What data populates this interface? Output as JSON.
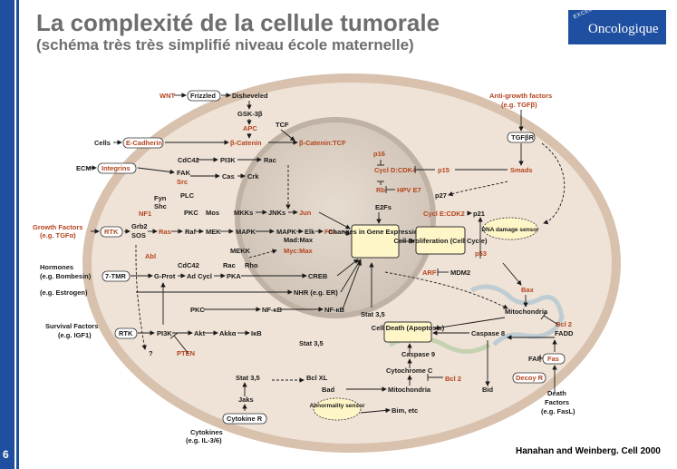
{
  "slide": {
    "title": "La complexité de la cellule tumorale",
    "subtitle": "(schéma très très simplifié niveau école maternelle)",
    "slide_number": "6",
    "citation": "Hanahan and Weinberg. Cell 2000",
    "logo_small": "EXCELLENCE",
    "logo_big": "Oncologique"
  },
  "colors": {
    "accent": "#1f4fa0",
    "oncogene": "#b5441e",
    "cell": "#efe2d6"
  },
  "labels": {
    "wnt": "WNT",
    "frizzled": "Frizzled",
    "disheveled": "Disheveled",
    "gsk": "GSK-3β",
    "apc": "APC",
    "bcatenin": "β-Catenin",
    "tcf": "TCF",
    "bcatenin_tcf": "β-Catenin:TCF",
    "cells": "Cells",
    "ecadherin": "E-Cadherin",
    "cdc42a": "CdC42",
    "pi3k_a": "PI3K",
    "rac_a": "Rac",
    "ecm": "ECM",
    "integrins": "Integrins",
    "fak": "FAK",
    "src": "Src",
    "cas": "Cas",
    "crk": "Crk",
    "fyn": "Fyn",
    "shc": "Shc",
    "plc": "PLC",
    "nf1": "NF1",
    "gf1": "Growth Factors",
    "gf2": "(e.g. TGFα)",
    "rtk_a": "RTK",
    "grb2": "Grb2",
    "sos": "SOS",
    "ras": "Ras",
    "pkc_a": "PKC",
    "raf": "Raf",
    "mos": "Mos",
    "mek": "MEK",
    "mkks": "MKKs",
    "mapk_a": "MAPK",
    "jnks": "JNKs",
    "jun": "Jun",
    "mapk_b": "MAPK",
    "elk": "Elk",
    "fos": "Fos",
    "madmax": "Mad:Max",
    "mycmax": "Myc:Max",
    "mekk": "MEKK",
    "abl": "Abl",
    "cdc42b": "CdC42",
    "rac_b": "Rac",
    "rho": "Rho",
    "hormones1": "Hormones",
    "hormones2": "(e.g. Bombesin)",
    "tmr": "7-TMR",
    "gprot": "G-Prot",
    "adcycl": "Ad Cycl",
    "pka": "PKA",
    "creb": "CREB",
    "estrogen": "(e.g. Estrogen)",
    "nhr": "NHR (e.g. ER)",
    "p16": "p16",
    "cycd": "Cycl D:CDK4",
    "p15": "p15",
    "rb": "Rb",
    "hpv": "HPV E7",
    "e2fs": "E2Fs",
    "p27": "p27",
    "cyce": "Cycl E:CDK2",
    "p21": "p21",
    "changes": "Changes in Gene Expression",
    "prolif": "Cell Proliferation (Cell Cycle)",
    "dnadamage": "DNA damage sensor",
    "antigf1": "Anti-growth factors",
    "antigf2": "(e.g. TGFβ)",
    "tgfbr": "TGFβR",
    "smads": "Smads",
    "p53": "p53",
    "arf": "ARF",
    "mdm2": "MDM2",
    "bax": "Bax",
    "mito_a": "Mitochondria",
    "bcl2_a": "Bcl 2",
    "fadd": "FADD",
    "caspase8": "Caspase 8",
    "celldeath": "Cell Death (Apoptosis)",
    "caspase9": "Caspase 9",
    "cytc": "Cytochrome C",
    "bcl2_b": "Bcl 2",
    "bid": "Bid",
    "fap": "FAP",
    "fas": "Fas",
    "decoy": "Decoy R",
    "death1": "Death",
    "death2": "Factors",
    "death3": "(e.g. FasL)",
    "survival1": "Survival Factors",
    "survival2": "(e.g. IGF1)",
    "rtk_b": "RTK",
    "pi3k_b": "PI3K",
    "q": "?",
    "pkc_b": "PKC",
    "nfkb_a": "NF-κB",
    "nfkb_b": "NF-κB",
    "akt": "Akt",
    "akka": "Akkα",
    "ikb": "IκB",
    "pten": "PTEN",
    "stat35_a": "Stat 3,5",
    "stat35_b": "Stat 3,5",
    "stat35_c": "Stat 3,5",
    "bclxl": "Bcl XL",
    "bad": "Bad",
    "mito_b": "Mitochondria",
    "abnorm": "Abnormality sensor",
    "bim": "Bim, etc",
    "jaks": "Jaks",
    "cytokine_r": "Cytokine R",
    "cytokines1": "Cytokines",
    "cytokines2": "(e.g. IL-3/6)"
  }
}
